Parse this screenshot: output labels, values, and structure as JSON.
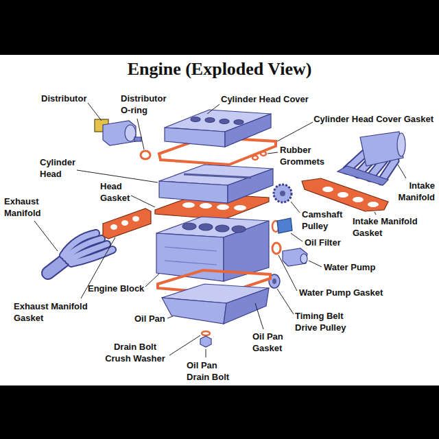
{
  "diagram": {
    "title": "Engine (Exploded View)",
    "labels": [
      "Distributor",
      "Distributor O-ring",
      "Cylinder Head Cover",
      "Cylinder Head Cover Gasket",
      "Rubber Grommets",
      "Cylinder Head",
      "Head Gasket",
      "Intake Manifold",
      "Camshaft Pulley",
      "Intake Manifold Gasket",
      "Exhaust Manifold",
      "Oil Filter",
      "Water Pump",
      "Engine Block",
      "Water Pump Gasket",
      "Exhaust Manifold Gasket",
      "Oil Pan",
      "Timing Belt Drive Pulley",
      "Oil Pan Gasket",
      "Drain Bolt Crush Washer",
      "Oil Pan Drain Bolt"
    ]
  }
}
